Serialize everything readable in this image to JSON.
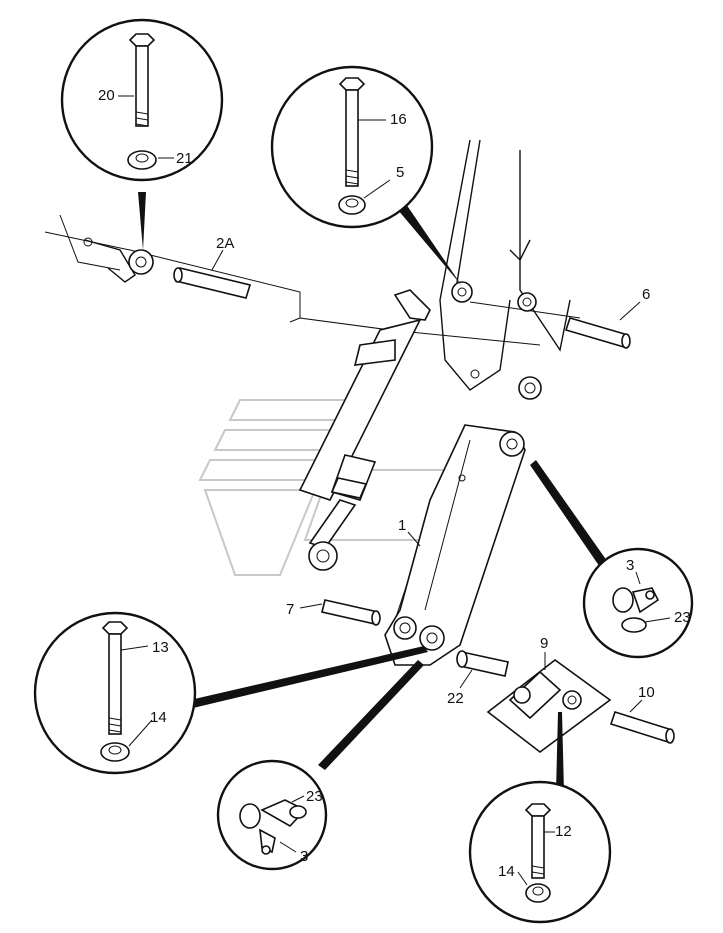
{
  "callouts": {
    "c20": "20",
    "c21": "21",
    "c2a": "2A",
    "c16": "16",
    "c5": "5",
    "c6": "6",
    "c1": "1",
    "c7": "7",
    "c3a": "3",
    "c23a": "23",
    "c9": "9",
    "c22": "22",
    "c10": "10",
    "c13": "13",
    "c14a": "14",
    "c23b": "23",
    "c3b": "3",
    "c12": "12",
    "c14b": "14"
  },
  "colors": {
    "line": "#111111",
    "watermark": "#c8c8c8",
    "background": "#ffffff"
  },
  "icons": [
    "bolt-icon",
    "nut-icon",
    "grease-nipple-icon",
    "pin-icon"
  ]
}
